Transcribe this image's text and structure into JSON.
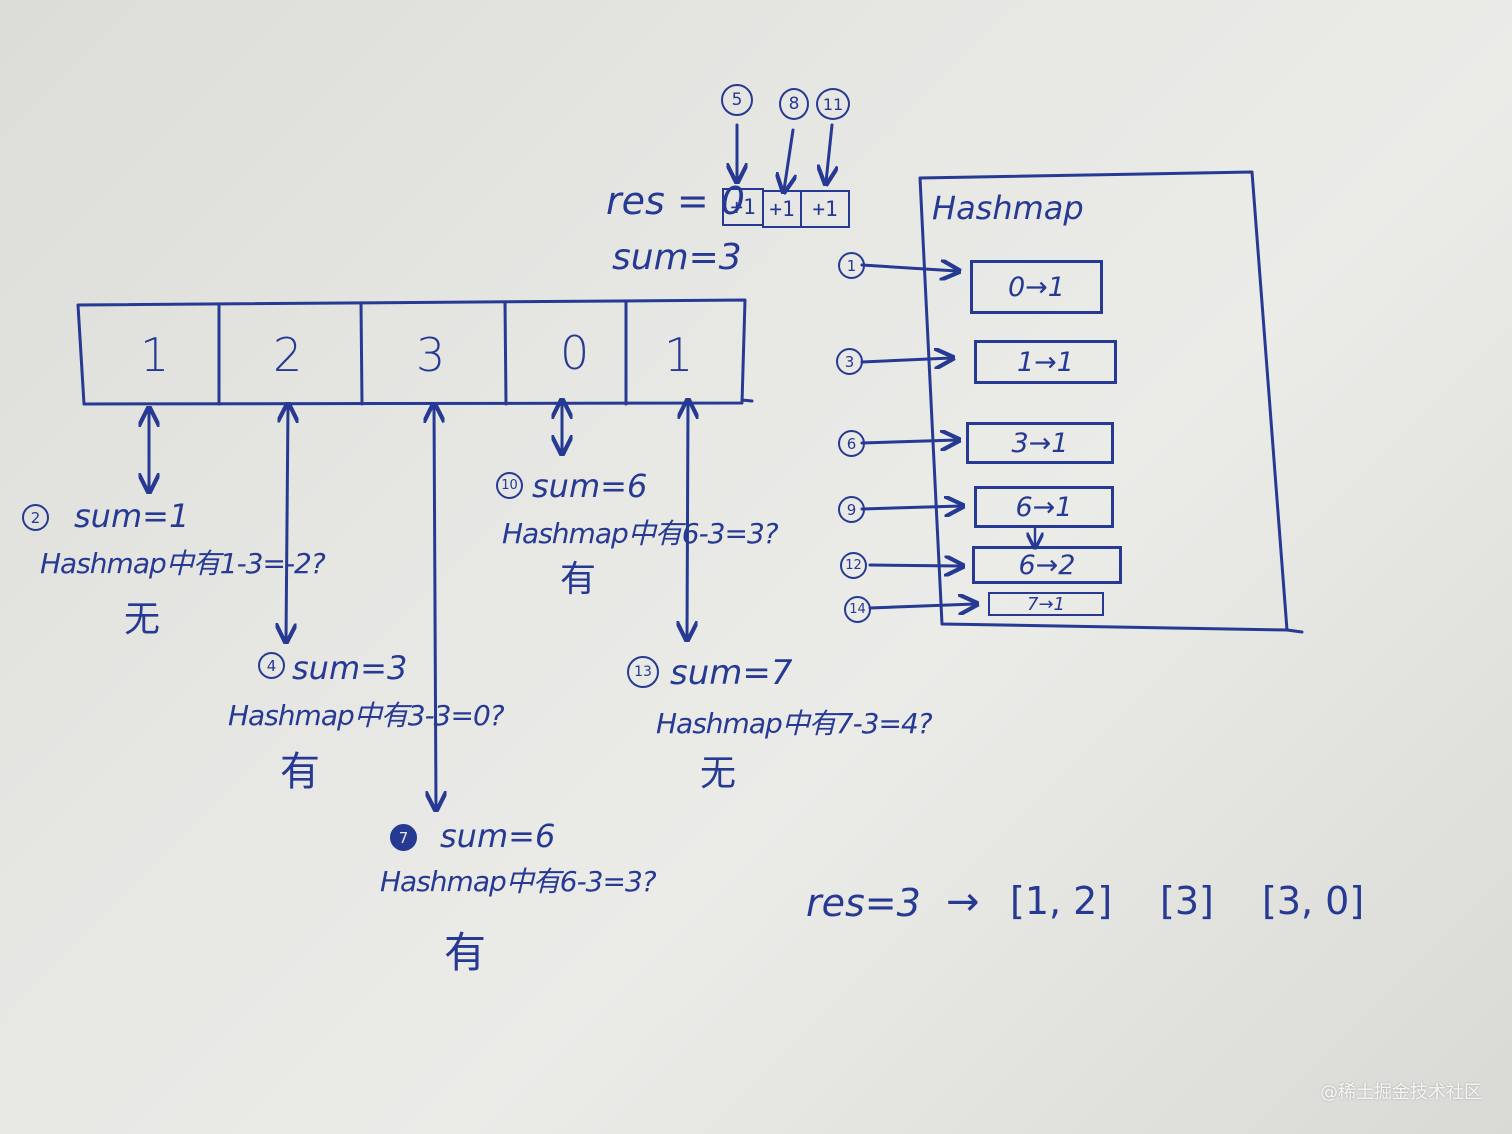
{
  "array": {
    "cells": [
      "1",
      "2",
      "3",
      "0",
      "1"
    ]
  },
  "top": {
    "step_markers": [
      "5",
      "8",
      "11"
    ],
    "res_label": "res = 0",
    "increments": [
      "+1",
      "+1",
      "+1"
    ],
    "sum_label": "sum=3"
  },
  "hashmap": {
    "title": "Hashmap",
    "entries": [
      {
        "step": "1",
        "text": "0→1"
      },
      {
        "step": "3",
        "text": "1→1"
      },
      {
        "step": "6",
        "text": "3→1"
      },
      {
        "step": "9",
        "text": "6→1"
      },
      {
        "step": "12",
        "text": "6→2"
      },
      {
        "step": "14",
        "text": "7→1"
      }
    ]
  },
  "annotations": {
    "step2": {
      "marker": "2",
      "sum": "sum=1",
      "query": "Hashmap中有1-3=-2?",
      "answer": "无"
    },
    "step4": {
      "marker": "4",
      "sum": "sum=3",
      "query": "Hashmap中有3-3=0?",
      "answer": "有"
    },
    "step7": {
      "marker": "7",
      "sum": "sum=6",
      "query": "Hashmap中有6-3=3?",
      "answer": "有"
    },
    "step10": {
      "marker": "10",
      "sum": "sum=6",
      "query": "Hashmap中有6-3=3?",
      "answer": "有"
    },
    "step13": {
      "marker": "13",
      "sum": "sum=7",
      "query": "Hashmap中有7-3=4?",
      "answer": "无"
    }
  },
  "result": {
    "label": "res=3",
    "arrow": "→",
    "groups": [
      "[1, 2]",
      "[3]",
      "[3, 0]"
    ]
  },
  "watermark": "@稀土掘金技术社区",
  "colors": {
    "ink": "#263a93",
    "paper": "#e6e6e3"
  }
}
